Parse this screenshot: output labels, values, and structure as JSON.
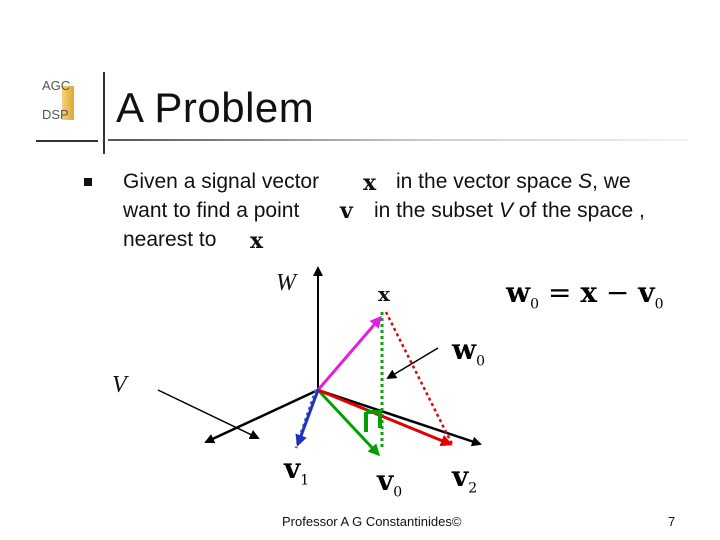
{
  "logo": {
    "line1": "AGC",
    "line2": "DSP"
  },
  "title": "A Problem",
  "bullet": {
    "line1_a": "Given a signal vector",
    "line1_b": "in the vector space",
    "line1_c": "S",
    "line1_d": ", we",
    "line2_a": "want to find a point",
    "line2_b": "in the subset",
    "line2_c": "V",
    "line2_d": "of the space ,",
    "line3_a": "nearest to",
    "sym_x": "x",
    "sym_v": "v"
  },
  "equation": {
    "w": "w",
    "w_sub": "0",
    "eq": "=",
    "x": "x",
    "minus": "−",
    "v": "v",
    "v_sub": "0"
  },
  "diagram_labels": {
    "W": "W",
    "V": "V",
    "x": "x",
    "w0": "w",
    "w0_sub": "0",
    "v1": "v",
    "v1_sub": "1",
    "v0": "v",
    "v0_sub": "0",
    "v2": "v",
    "v2_sub": "2"
  },
  "colors": {
    "axis": "#000000",
    "magenta": "#e020e0",
    "green": "#00a000",
    "red": "#e00000",
    "blue": "#2030c0",
    "red_dotted": "#d01010",
    "green_dotted": "#10a010"
  },
  "footer": "Professor A G Constantinides©",
  "page_number": "7"
}
